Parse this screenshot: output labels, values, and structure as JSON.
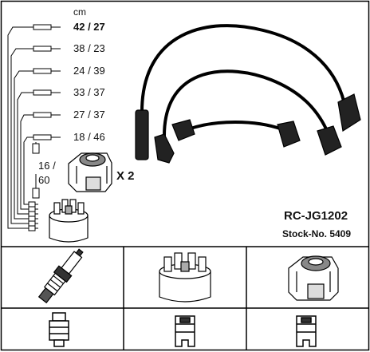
{
  "unit_label": "cm",
  "wire_lengths": [
    "42 / 27",
    "38 / 23",
    "24 / 39",
    "33 / 37",
    "27 / 37",
    "18 / 46"
  ],
  "coil_lead": {
    "top": "16 /",
    "bottom": "60"
  },
  "multiplier": "X 2",
  "part_number": "RC-JG1202",
  "stock_number": "Stock-No. 5409"
}
